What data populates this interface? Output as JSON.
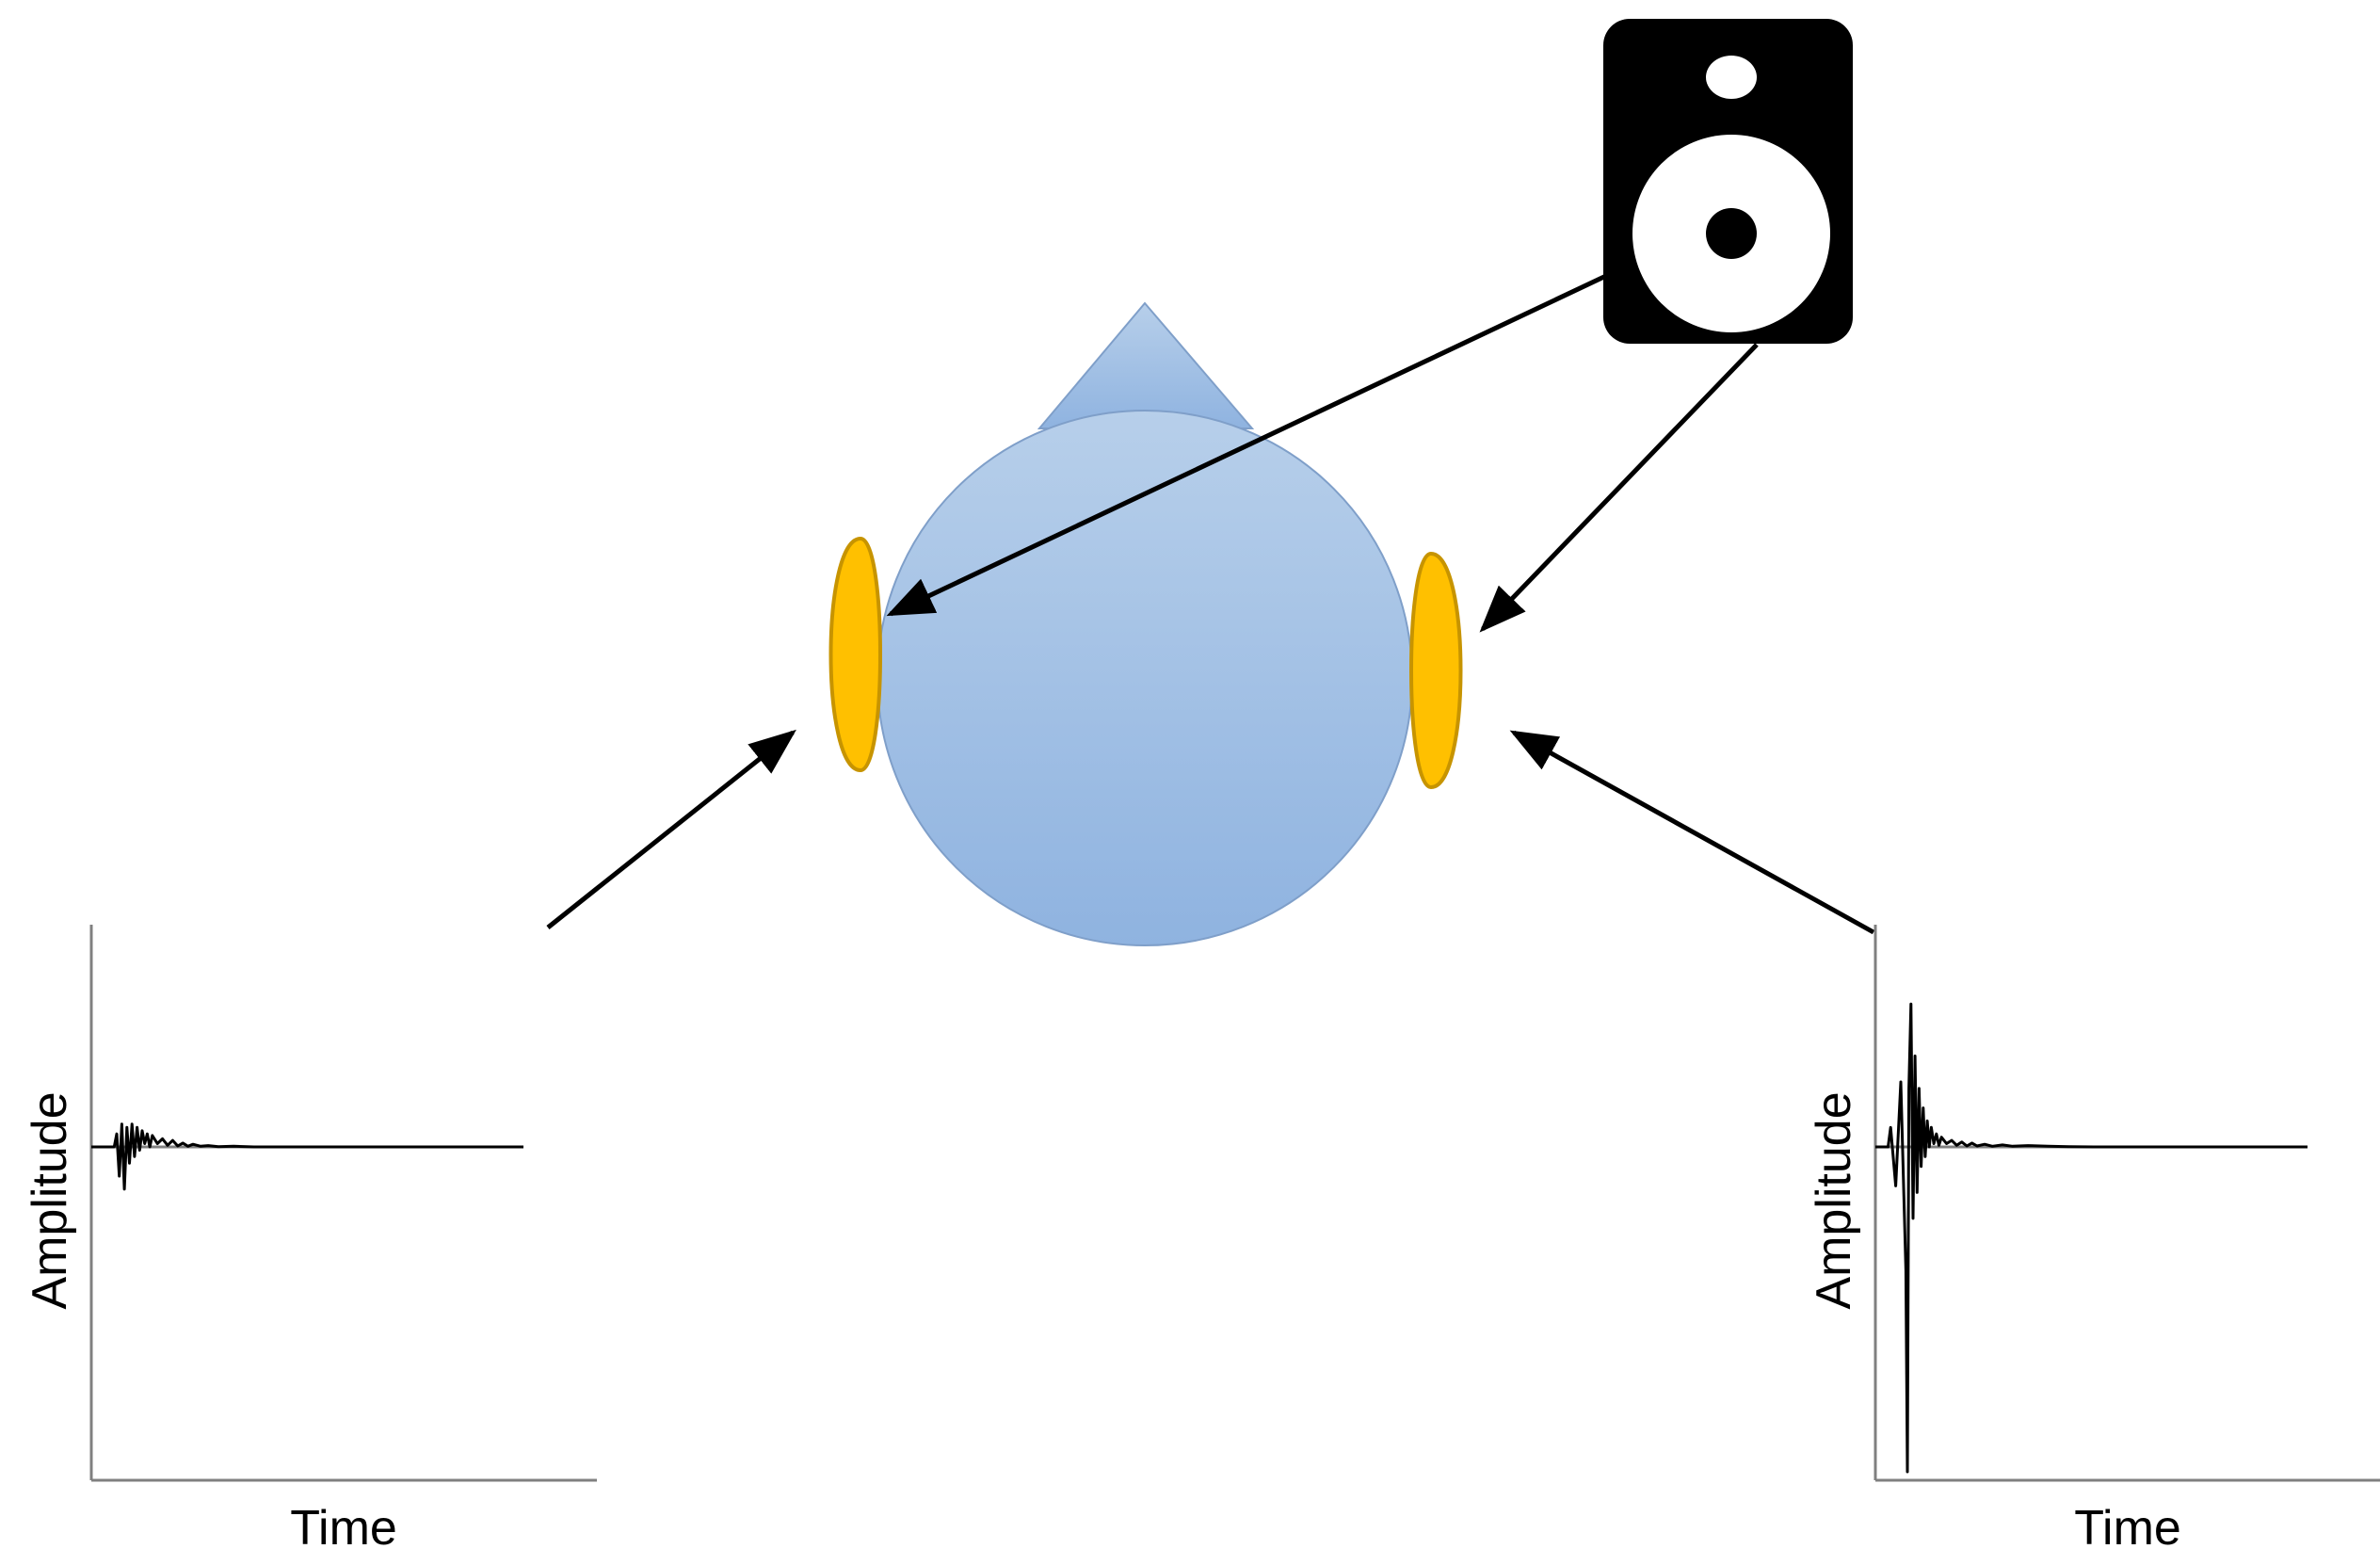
{
  "colors": {
    "background": "#ffffff",
    "head_fill_top": "#b7cfea",
    "head_fill_bottom": "#8fb3e0",
    "head_stroke": "#7f9fc9",
    "ear_fill": "#ffc000",
    "ear_stroke": "#c79400",
    "speaker_body": "#000000",
    "speaker_cone": "#ffffff",
    "arrow": "#000000",
    "axis": "#808080",
    "baseline": "#808080",
    "signal": "#000000"
  },
  "icons": {
    "speaker": "loudspeaker-icon",
    "head": "listener-head-icon",
    "ear": "ear-icon"
  },
  "chart_data": [
    {
      "type": "line",
      "title": "",
      "xlabel": "Time",
      "ylabel": "Amplitude",
      "ylim": [
        -1.0,
        0.5
      ],
      "xlim": [
        0,
        1.0
      ],
      "grid": false,
      "series": [
        {
          "x": [
            0.0,
            0.03,
            0.045,
            0.05,
            0.055,
            0.06,
            0.065,
            0.07,
            0.075,
            0.08,
            0.085,
            0.09,
            0.095,
            0.1,
            0.105,
            0.11,
            0.115,
            0.12,
            0.13,
            0.14,
            0.15,
            0.16,
            0.17,
            0.18,
            0.19,
            0.2,
            0.215,
            0.23,
            0.25,
            0.28,
            0.32,
            0.37,
            0.85
          ],
          "y": [
            0.0,
            0.0,
            0.0,
            0.04,
            -0.09,
            0.07,
            -0.13,
            0.06,
            -0.05,
            0.07,
            -0.03,
            0.06,
            -0.01,
            0.05,
            0.01,
            0.04,
            0.0,
            0.035,
            0.01,
            0.025,
            0.005,
            0.02,
            0.003,
            0.012,
            0.002,
            0.008,
            0.002,
            0.004,
            0.001,
            0.002,
            0.0,
            0.0,
            0.0
          ]
        }
      ]
    },
    {
      "type": "line",
      "title": "",
      "xlabel": "Time",
      "ylabel": "Amplitude",
      "ylim": [
        -1.0,
        0.5
      ],
      "xlim": [
        0,
        1.0
      ],
      "grid": false,
      "series": [
        {
          "x": [
            0.0,
            0.025,
            0.03,
            0.04,
            0.05,
            0.06,
            0.063,
            0.066,
            0.07,
            0.074,
            0.078,
            0.082,
            0.086,
            0.09,
            0.094,
            0.098,
            0.102,
            0.106,
            0.11,
            0.115,
            0.12,
            0.125,
            0.13,
            0.14,
            0.15,
            0.16,
            0.17,
            0.18,
            0.19,
            0.2,
            0.215,
            0.23,
            0.25,
            0.27,
            0.3,
            0.34,
            0.38,
            0.43,
            0.85
          ],
          "y": [
            0.0,
            0.0,
            0.06,
            -0.12,
            0.2,
            -0.38,
            -1.0,
            0.18,
            0.44,
            -0.22,
            0.28,
            -0.14,
            0.18,
            -0.06,
            0.12,
            -0.03,
            0.08,
            0.0,
            0.06,
            0.01,
            0.04,
            0.005,
            0.03,
            0.01,
            0.02,
            0.005,
            0.015,
            0.003,
            0.012,
            0.003,
            0.008,
            0.002,
            0.006,
            0.002,
            0.004,
            0.002,
            0.001,
            0.0,
            0.0
          ]
        }
      ]
    }
  ]
}
